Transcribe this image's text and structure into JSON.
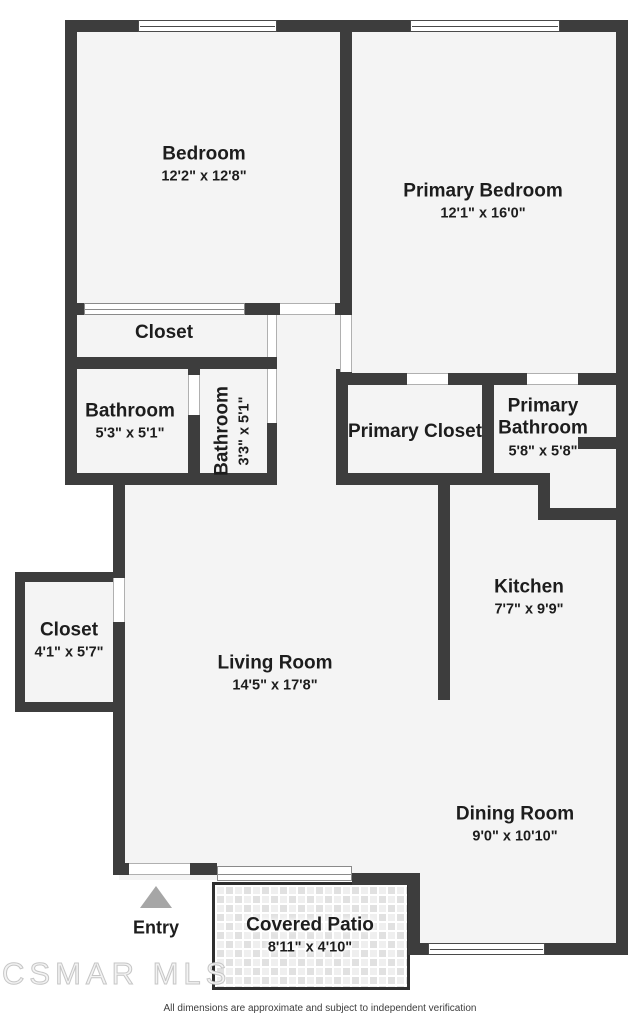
{
  "rooms": [
    {
      "id": "bedroom",
      "name": "Bedroom",
      "dims": "12'2\" x 12'8\""
    },
    {
      "id": "primary-bedroom",
      "name": "Primary Bedroom",
      "dims": "12'1\" x 16'0\""
    },
    {
      "id": "bedroom-closet",
      "name": "Closet",
      "dims": ""
    },
    {
      "id": "bathroom-1",
      "name": "Bathroom",
      "dims": "5'3\" x 5'1\""
    },
    {
      "id": "bathroom-2",
      "name": "Bathroom",
      "dims": "3'3\" x 5'1\""
    },
    {
      "id": "primary-closet",
      "name": "Primary Closet",
      "dims": ""
    },
    {
      "id": "primary-bathroom",
      "name": "Primary Bathroom",
      "dims": "5'8\" x 5'8\""
    },
    {
      "id": "kitchen",
      "name": "Kitchen",
      "dims": "7'7\" x 9'9\""
    },
    {
      "id": "entry-closet",
      "name": "Closet",
      "dims": "4'1\" x 5'7\""
    },
    {
      "id": "living-room",
      "name": "Living Room",
      "dims": "14'5\" x 17'8\""
    },
    {
      "id": "dining-room",
      "name": "Dining Room",
      "dims": "9'0\" x 10'10\""
    },
    {
      "id": "covered-patio",
      "name": "Covered Patio",
      "dims": "8'11\" x 4'10\""
    }
  ],
  "entry": {
    "label": "Entry"
  },
  "watermark": "CSMAR MLS",
  "disclaimer": "All dimensions are approximate and subject to independent verification",
  "colors": {
    "wall": "#3d3d3d",
    "room_fill": "#f4f4f4",
    "entry_arrow": "#a6a6a6"
  }
}
